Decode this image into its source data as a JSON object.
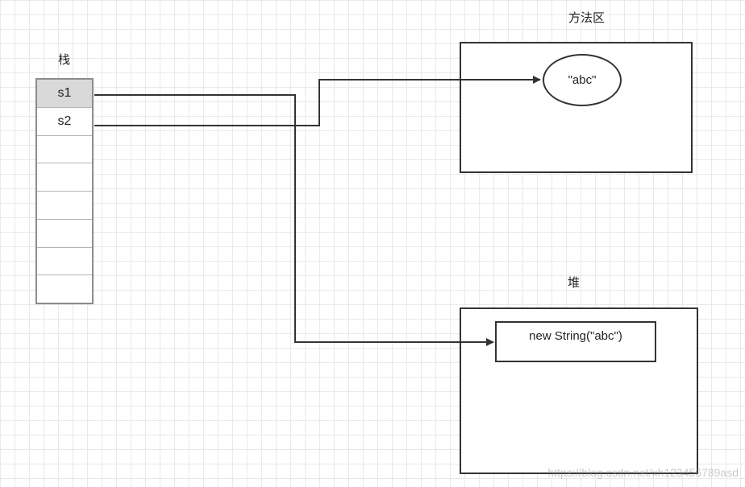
{
  "stack": {
    "title": "栈",
    "cells": [
      "s1",
      "s2",
      "",
      "",
      "",
      "",
      "",
      ""
    ]
  },
  "method_area": {
    "title": "方法区",
    "literal": "\"abc\""
  },
  "heap": {
    "title": "堆",
    "object": "new String(\"abc\")"
  },
  "watermark": "https://blog.csdn.net/xh123456789asd",
  "colors": {
    "grid": "#e9e9e9",
    "stroke": "#333333",
    "stack_border": "#8c8c8c",
    "highlight": "#d9d9d9"
  }
}
